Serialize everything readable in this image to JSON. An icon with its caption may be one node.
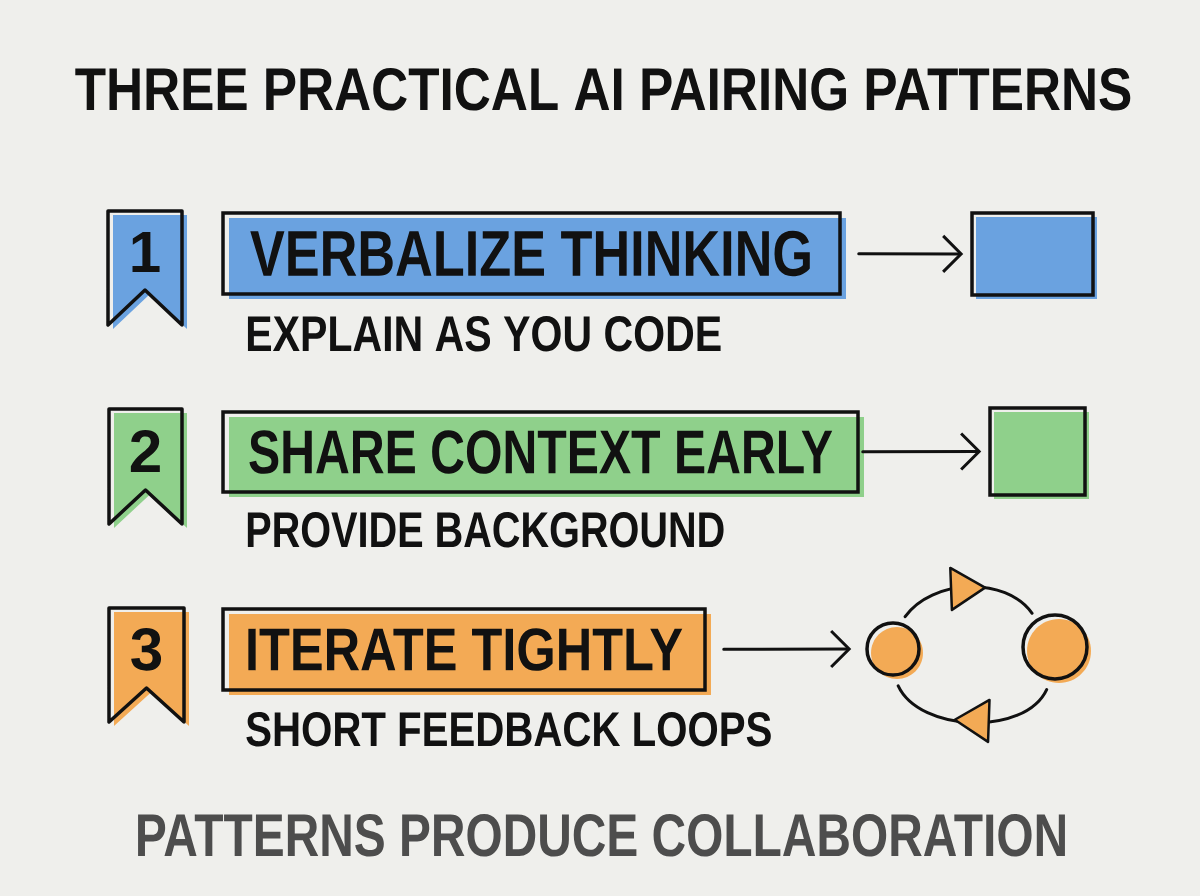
{
  "diagram": {
    "title": "THREE PRACTICAL AI PAIRING PATTERNS",
    "caption": "PATTERNS PRODUCE COLLABORATION",
    "nodes": [
      {
        "text": [
          "1"
        ]
      },
      {
        "text": [
          "VERBALIZE THINKING"
        ],
        "beside": [
          "EXPLAIN AS YOU CODE"
        ]
      },
      {
        "text": [],
        "shape": "box"
      },
      {
        "text": [
          "2"
        ]
      },
      {
        "text": [
          "SHARE CONTEXT EARLY"
        ],
        "beside": [
          "PROVIDE BACKGROUND"
        ]
      },
      {
        "text": [],
        "shape": "box"
      },
      {
        "text": [
          "3"
        ]
      },
      {
        "text": [
          "ITERATE TIGHTLY"
        ],
        "beside": [
          "SHORT FEEDBACK LOOPS"
        ]
      },
      {
        "text": [],
        "shape": "circle"
      },
      {
        "text": [],
        "shape": "circle"
      }
    ],
    "edges": [
      {
        "from": 1,
        "to": 2,
        "arrow": "to"
      },
      {
        "from": 4,
        "to": 5,
        "arrow": "to"
      },
      {
        "from": 7,
        "to": 8,
        "arrow": "to"
      },
      {
        "from": 8,
        "to": 9,
        "arrow": "to"
      },
      {
        "from": 9,
        "to": 8,
        "arrow": "to"
      }
    ]
  }
}
